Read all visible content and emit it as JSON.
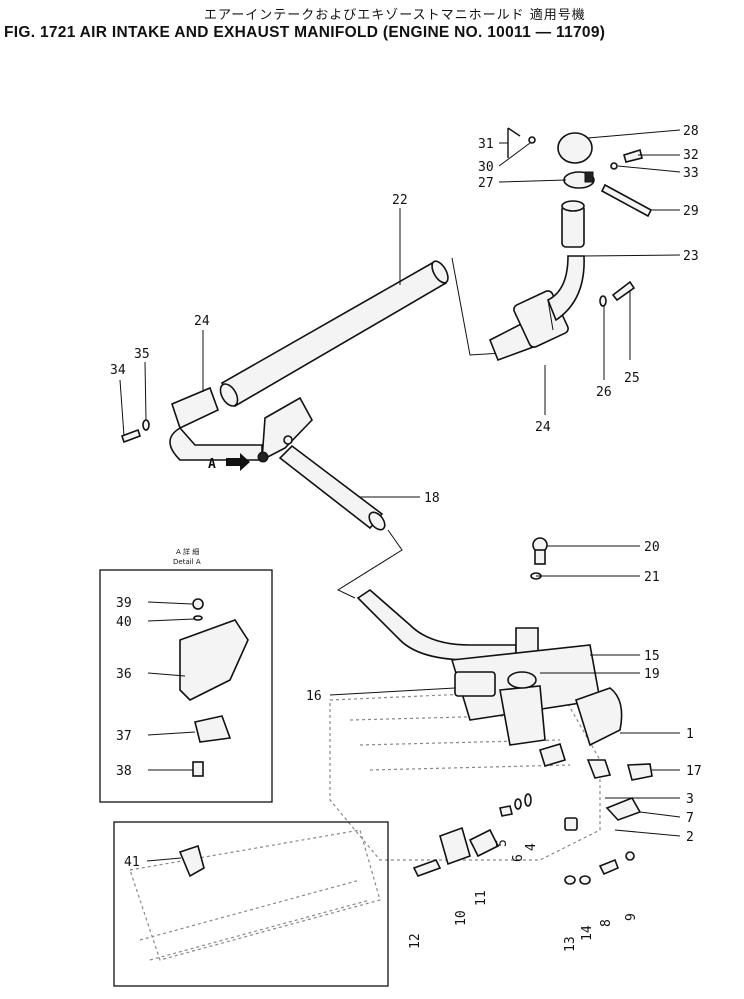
{
  "header": {
    "title_jp": "エアーインテークおよびエキゾーストマニホールド 適用号機",
    "title": "FIG. 1721  AIR INTAKE AND EXHAUST MANIFOLD (ENGINE NO. 10011 — 11709)"
  },
  "detail_box": {
    "heading_jp": "A 詳 細",
    "heading": "Detail A",
    "labels": [
      "39",
      "40",
      "36",
      "37",
      "38"
    ]
  },
  "arrow_label": "A",
  "callouts": {
    "c1": "1",
    "c2": "2",
    "c3": "3",
    "c4": "4",
    "c5": "5",
    "c6": "6",
    "c7": "7",
    "c8": "8",
    "c9": "9",
    "c10": "10",
    "c11": "11",
    "c12": "12",
    "c13": "13",
    "c14": "14",
    "c15": "15",
    "c16": "16",
    "c17": "17",
    "c18": "18",
    "c19": "19",
    "c20": "20",
    "c21": "21",
    "c22": "22",
    "c23": "23",
    "c24a": "24",
    "c24b": "24",
    "c25": "25",
    "c26": "26",
    "c27": "27",
    "c28": "28",
    "c29": "29",
    "c30": "30",
    "c31": "31",
    "c32": "32",
    "c33": "33",
    "c34": "34",
    "c35": "35",
    "c41": "41"
  }
}
